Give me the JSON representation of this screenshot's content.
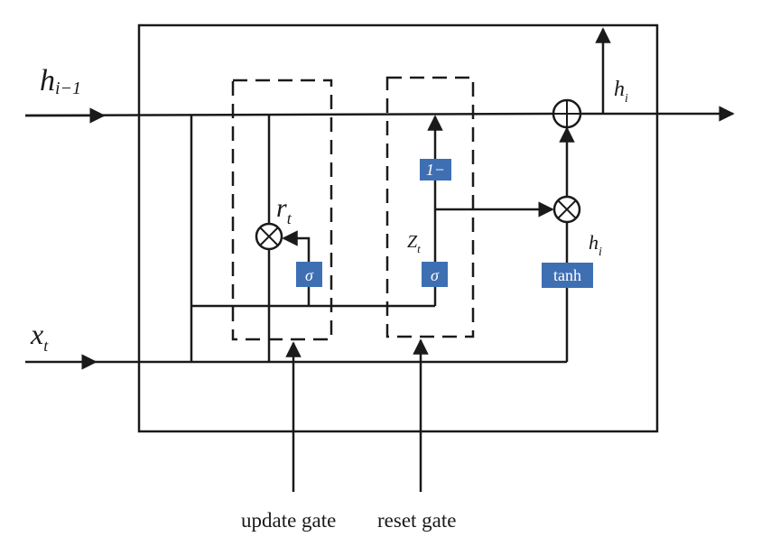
{
  "labels": {
    "h_prev_main": "h",
    "h_prev_sub": "i−1",
    "h_out_main": "h",
    "h_out_sub": "i",
    "h_tilde_main": "h",
    "h_tilde_sub": "i",
    "x_main": "x",
    "x_sub": "t",
    "r_main": "r",
    "r_sub": "t",
    "z_main": "Z",
    "z_sub": "t"
  },
  "boxes": {
    "sigma_update": "σ",
    "sigma_reset": "σ",
    "one_minus": "1−",
    "tanh": "tanh"
  },
  "captions": {
    "update_gate": "update gate",
    "reset_gate": "reset gate"
  },
  "colors": {
    "box_fill": "#3f6fb3",
    "line": "#1a1a1a"
  }
}
